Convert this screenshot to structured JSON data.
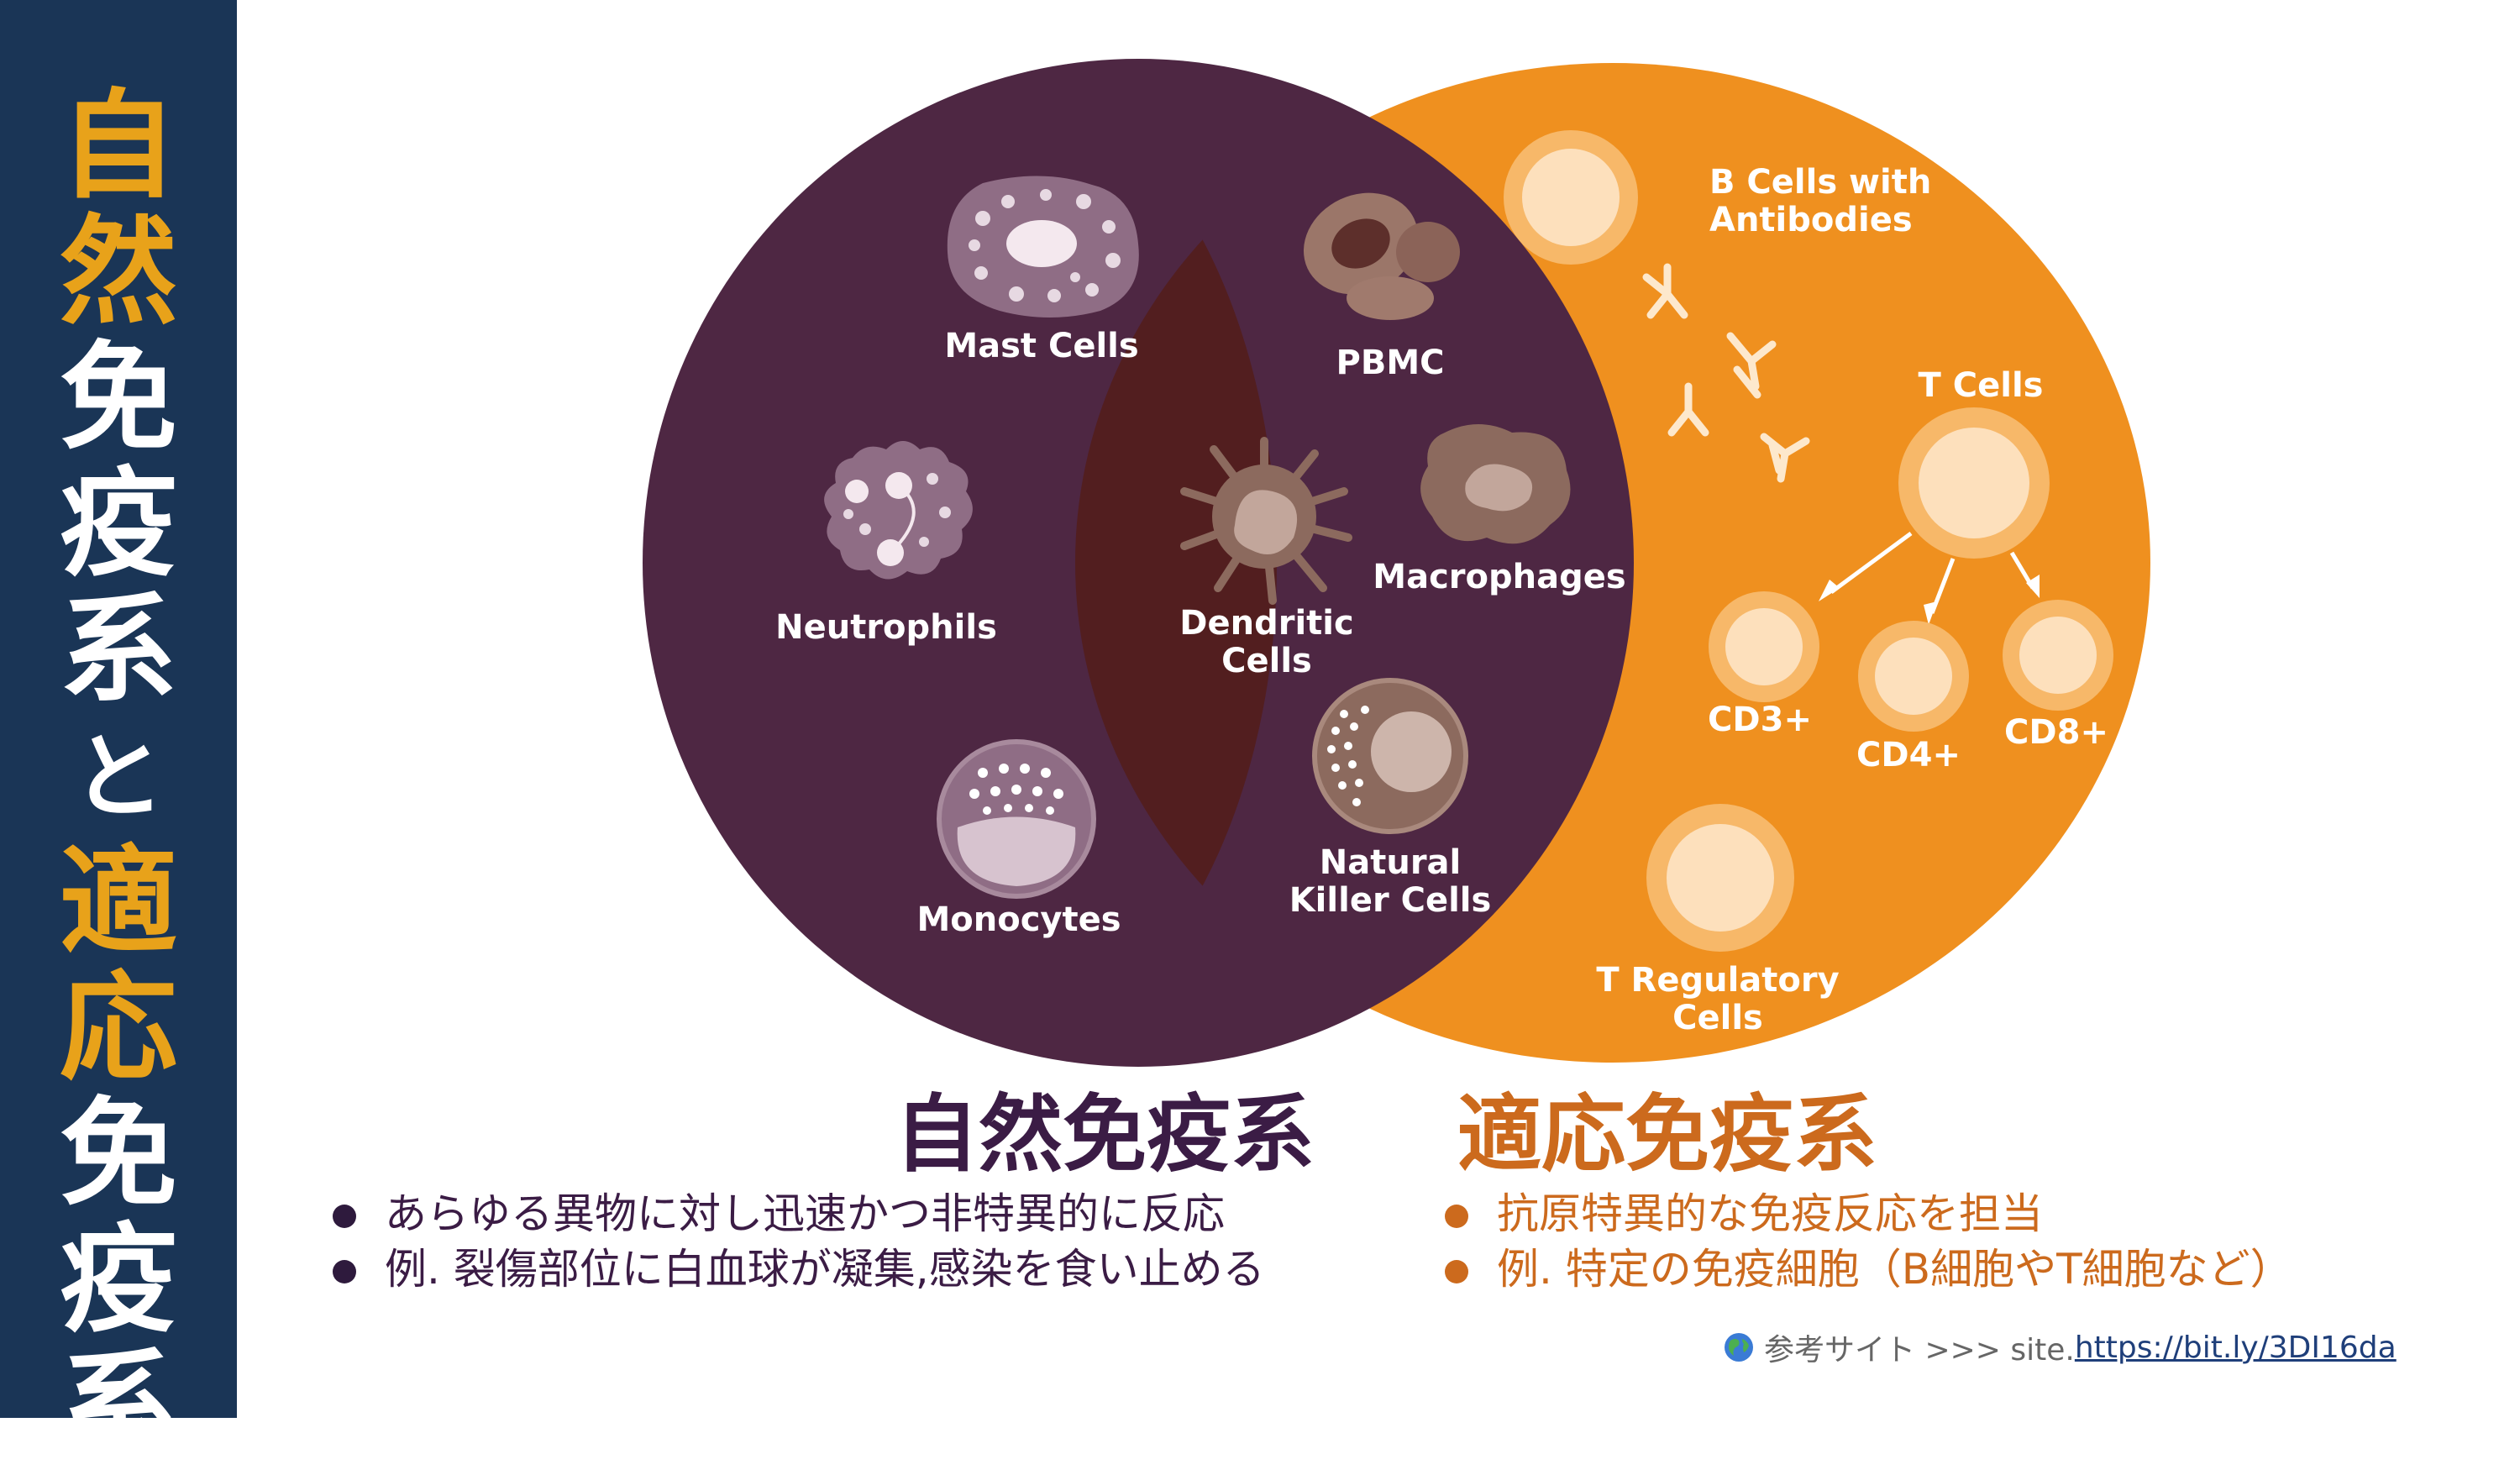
{
  "sidebar": {
    "title_chars": [
      {
        "char": "自",
        "style": "highlight"
      },
      {
        "char": "然",
        "style": "highlight"
      },
      {
        "char": "免",
        "style": "white"
      },
      {
        "char": "疫",
        "style": "white"
      },
      {
        "char": "系",
        "style": "white"
      },
      {
        "char": "と",
        "style": "small"
      },
      {
        "char": "適",
        "style": "highlight"
      },
      {
        "char": "応",
        "style": "highlight"
      },
      {
        "char": "免",
        "style": "white"
      },
      {
        "char": "疫",
        "style": "white"
      },
      {
        "char": "系",
        "style": "white"
      }
    ]
  },
  "venn": {
    "innate_cells": [
      "Mast Cells",
      "Neutrophils",
      "Monocytes"
    ],
    "overlap_cells": [
      "PBMC",
      "Dendritic",
      "Cells",
      "Macrophages",
      "Natural",
      "Killer Cells"
    ],
    "adaptive_cells": {
      "b_cells_line1": "B Cells with",
      "b_cells_line2": "Antibodies",
      "t_cells": "T Cells",
      "cd3": "CD3+",
      "cd4": "CD4+",
      "cd8": "CD8+",
      "treg_line1": "T Regulatory",
      "treg_line2": "Cells"
    }
  },
  "innate": {
    "heading": "自然免疫系",
    "bullets": [
      "あらゆる異物に対し迅速かつ非特異的に反応",
      "例. 裂傷部位に白血球が凝集,感染を食い止める"
    ]
  },
  "adaptive": {
    "heading": "適応免疫系",
    "bullets": [
      "抗原特異的な免疫反応を担当",
      "例. 特定の免疫細胞（B細胞やT細胞など）"
    ]
  },
  "reference": {
    "prefix": "参考サイト >>> site. ",
    "url": "https://bit.ly/3DI16da"
  },
  "colors": {
    "sidebar": "#1a3556",
    "highlight": "#e8a21a",
    "innate": "#4e2743",
    "adaptive": "#ef901f",
    "overlap": "#521e1f",
    "innate_text": "#3b1c45",
    "adaptive_text": "#cc6a1d"
  },
  "icons": [
    "globe-icon",
    "mast-cell-icon",
    "neutrophil-icon",
    "monocyte-icon",
    "pbmc-icon",
    "dendritic-cell-icon",
    "macrophage-icon",
    "nk-cell-icon",
    "b-cell-icon",
    "antibody-icon",
    "t-cell-icon",
    "treg-icon"
  ]
}
